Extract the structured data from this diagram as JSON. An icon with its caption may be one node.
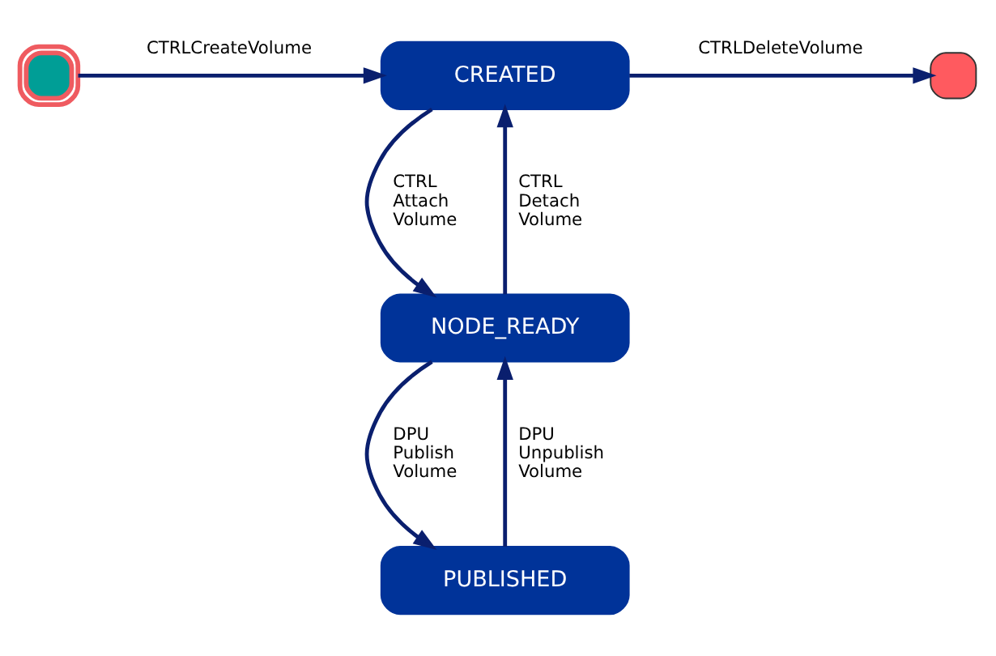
{
  "diagram": {
    "nodes": [
      {
        "text": [
          "CREATED"
        ]
      },
      {
        "text": [
          "NODE_READY"
        ]
      },
      {
        "text": [
          "PUBLISHED"
        ]
      },
      {
        "text": [],
        "shape": "box"
      },
      {
        "text": [],
        "shape": "box"
      }
    ],
    "edges": [
      {
        "from": 3,
        "to": 0,
        "arrow": "to",
        "label": "CTRLCreateVolume"
      },
      {
        "from": 0,
        "to": 4,
        "arrow": "to",
        "label": "CTRLDeleteVolume"
      },
      {
        "from": 0,
        "to": 1,
        "arrow": "to",
        "label": "CTRL Attach Volume"
      },
      {
        "from": 1,
        "to": 0,
        "arrow": "to",
        "label": "CTRL Detach Volume"
      },
      {
        "from": 1,
        "to": 2,
        "arrow": "to",
        "label": "DPU Publish Volume"
      },
      {
        "from": 2,
        "to": 1,
        "arrow": "to",
        "label": "DPU Unpublish Volume"
      }
    ]
  }
}
